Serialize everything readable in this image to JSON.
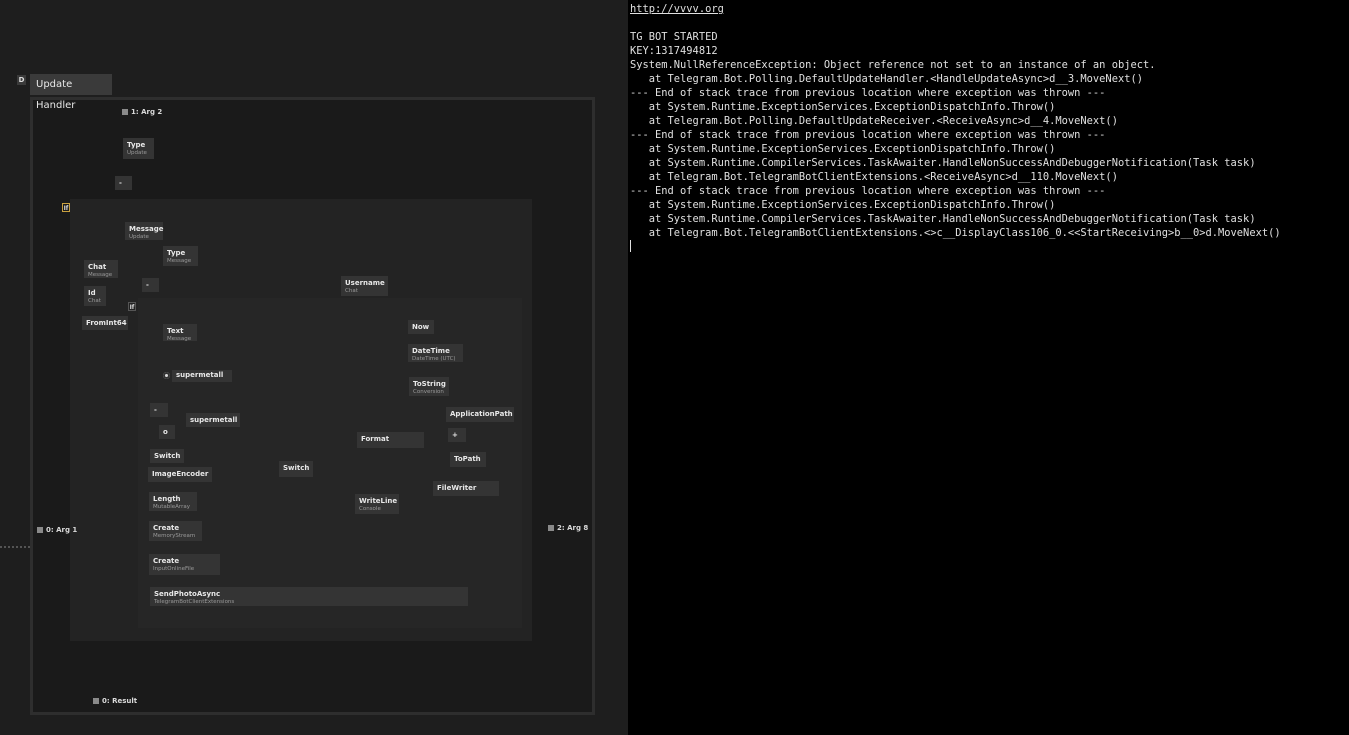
{
  "patch": {
    "letter_tag": "D",
    "region_title": "Update Handler",
    "pins": {
      "arg2": "1: Arg 2",
      "arg1": "0: Arg 1",
      "arg8": "2: Arg 8",
      "result": "0: Result"
    },
    "if_labels": [
      "If",
      "If"
    ],
    "nodes": {
      "type_update": {
        "title": "Type",
        "sub": "Update"
      },
      "minus1": {
        "title": "-"
      },
      "message": {
        "title": "Message",
        "sub": "Update"
      },
      "type_message": {
        "title": "Type",
        "sub": "Message"
      },
      "chat": {
        "title": "Chat",
        "sub": "Message"
      },
      "minus2": {
        "title": "-"
      },
      "id": {
        "title": "Id",
        "sub": "Chat"
      },
      "fromint64": {
        "title": "FromInt64"
      },
      "text": {
        "title": "Text",
        "sub": "Message"
      },
      "username": {
        "title": "Username",
        "sub": "Chat"
      },
      "now": {
        "title": "Now"
      },
      "datetime": {
        "title": "DateTime",
        "sub": "DateTime (UTC)"
      },
      "tostring": {
        "title": "ToString",
        "sub": "Conversion"
      },
      "supermetall1": {
        "title": "supermetall"
      },
      "minus3": {
        "title": "-"
      },
      "o": {
        "title": "o"
      },
      "supermetall2": {
        "title": "supermetall"
      },
      "switch1": {
        "title": "Switch"
      },
      "switch2": {
        "title": "Switch"
      },
      "format": {
        "title": "Format"
      },
      "applicationpath": {
        "title": "ApplicationPath"
      },
      "plus": {
        "title": "+"
      },
      "topath": {
        "title": "ToPath"
      },
      "filewriter": {
        "title": "FileWriter"
      },
      "imageencoder": {
        "title": "ImageEncoder"
      },
      "length": {
        "title": "Length",
        "sub": "MutableArray"
      },
      "create_ms": {
        "title": "Create",
        "sub": "MemoryStream"
      },
      "create_if": {
        "title": "Create",
        "sub": "InputOnlineFile"
      },
      "writeline": {
        "title": "WriteLine",
        "sub": "Console"
      },
      "sendphoto": {
        "title": "SendPhotoAsync",
        "sub": "TelegramBotClientExtensions"
      }
    },
    "colors": {
      "highlight": "#e01818",
      "arrow": "#e01818",
      "link": "#8a8a8a",
      "accent": "#d69a2a"
    }
  },
  "console": {
    "url": "http://vvvv.org",
    "lines": [
      "",
      "TG BOT STARTED",
      "KEY:1317494812",
      "System.NullReferenceException: Object reference not set to an instance of an object.",
      "   at Telegram.Bot.Polling.DefaultUpdateHandler.<HandleUpdateAsync>d__3.MoveNext()",
      "--- End of stack trace from previous location where exception was thrown ---",
      "   at System.Runtime.ExceptionServices.ExceptionDispatchInfo.Throw()",
      "   at Telegram.Bot.Polling.DefaultUpdateReceiver.<ReceiveAsync>d__4.MoveNext()",
      "--- End of stack trace from previous location where exception was thrown ---",
      "   at System.Runtime.ExceptionServices.ExceptionDispatchInfo.Throw()",
      "   at System.Runtime.CompilerServices.TaskAwaiter.HandleNonSuccessAndDebuggerNotification(Task task)",
      "   at Telegram.Bot.TelegramBotClientExtensions.<ReceiveAsync>d__110.MoveNext()",
      "--- End of stack trace from previous location where exception was thrown ---",
      "   at System.Runtime.ExceptionServices.ExceptionDispatchInfo.Throw()",
      "   at System.Runtime.CompilerServices.TaskAwaiter.HandleNonSuccessAndDebuggerNotification(Task task)",
      "   at Telegram.Bot.TelegramBotClientExtensions.<>c__DisplayClass106_0.<<StartReceiving>b__0>d.MoveNext()"
    ]
  }
}
